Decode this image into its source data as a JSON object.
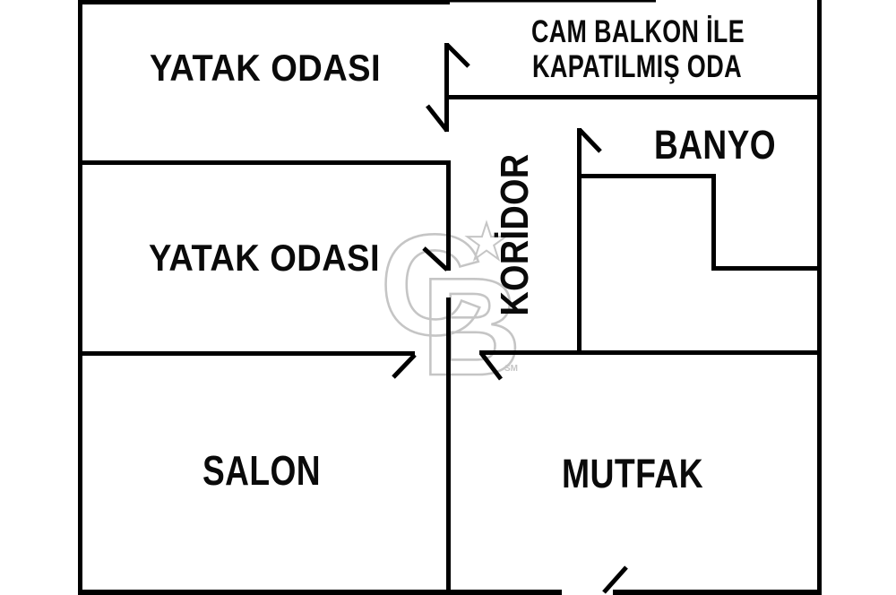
{
  "plan": {
    "type": "floor-plan",
    "language": "Turkish"
  },
  "colors": {
    "background": "#ffffff",
    "wall": "#000000",
    "label": "#0a0a0a",
    "watermark": "#bcbcbc"
  },
  "rooms": {
    "bedroom_top": {
      "label": "YATAK ODASI"
    },
    "glass_balcony_room": {
      "line1": "CAM BALKON İLE",
      "line2": "KAPATILMIŞ ODA"
    },
    "bathroom": {
      "label": "BANYO"
    },
    "corridor": {
      "label": "KORİDOR"
    },
    "bedroom_middle": {
      "label": "YATAK ODASI"
    },
    "living_room": {
      "label": "SALON"
    },
    "kitchen": {
      "label": "MUTFAK"
    }
  },
  "watermark": {
    "letter_c": "C",
    "letter_b": "B",
    "star_glyph": "★",
    "service_mark": "SM"
  }
}
